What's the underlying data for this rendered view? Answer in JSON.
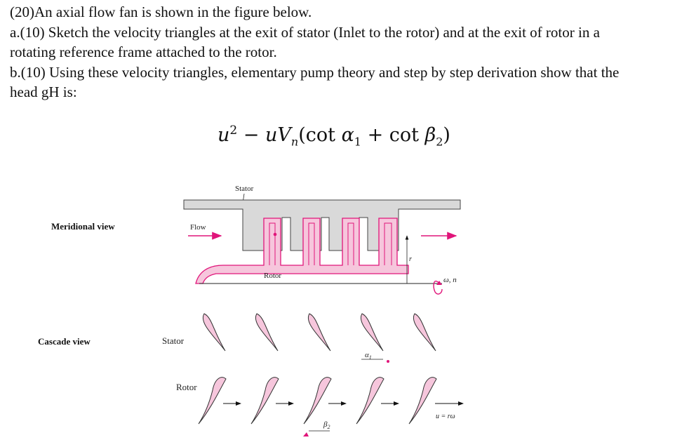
{
  "question": {
    "line1": "(20)An axial flow fan is shown in the figure below.",
    "line2": "a.(10) Sketch the velocity triangles at the exit of stator (Inlet to the rotor) and at the exit of rotor in a",
    "line3": "rotating reference frame attached to the rotor.",
    "line4": "b.(10) Using these velocity triangles, elementary pump theory and step by step derivation show that the",
    "line5": "head gH is:"
  },
  "formula": {
    "u": "u",
    "sq": "2",
    "minus": " − ",
    "uvn": "uV",
    "n": "n",
    "open": "(cot ",
    "alpha": "α",
    "one": "1",
    "plus": " + cot ",
    "beta": "β",
    "two": "2",
    "close": ")"
  },
  "figure": {
    "meridional_view": "Meridional view",
    "cascade_view": "Cascade view",
    "stator_top": "Stator",
    "flow": "Flow",
    "rotor_mid": "Rotor",
    "r": "r",
    "omega_n": "ω, n",
    "stator_cascade": "Stator",
    "rotor_cascade": "Rotor",
    "alpha1": "α",
    "alpha1_sub": "1",
    "beta2": "β",
    "beta2_sub": "2",
    "u_eq": "u = rω"
  },
  "colors": {
    "blade_fill": "#f6c6dc",
    "accent": "#e0157a",
    "casing": "#d9d9d9"
  }
}
